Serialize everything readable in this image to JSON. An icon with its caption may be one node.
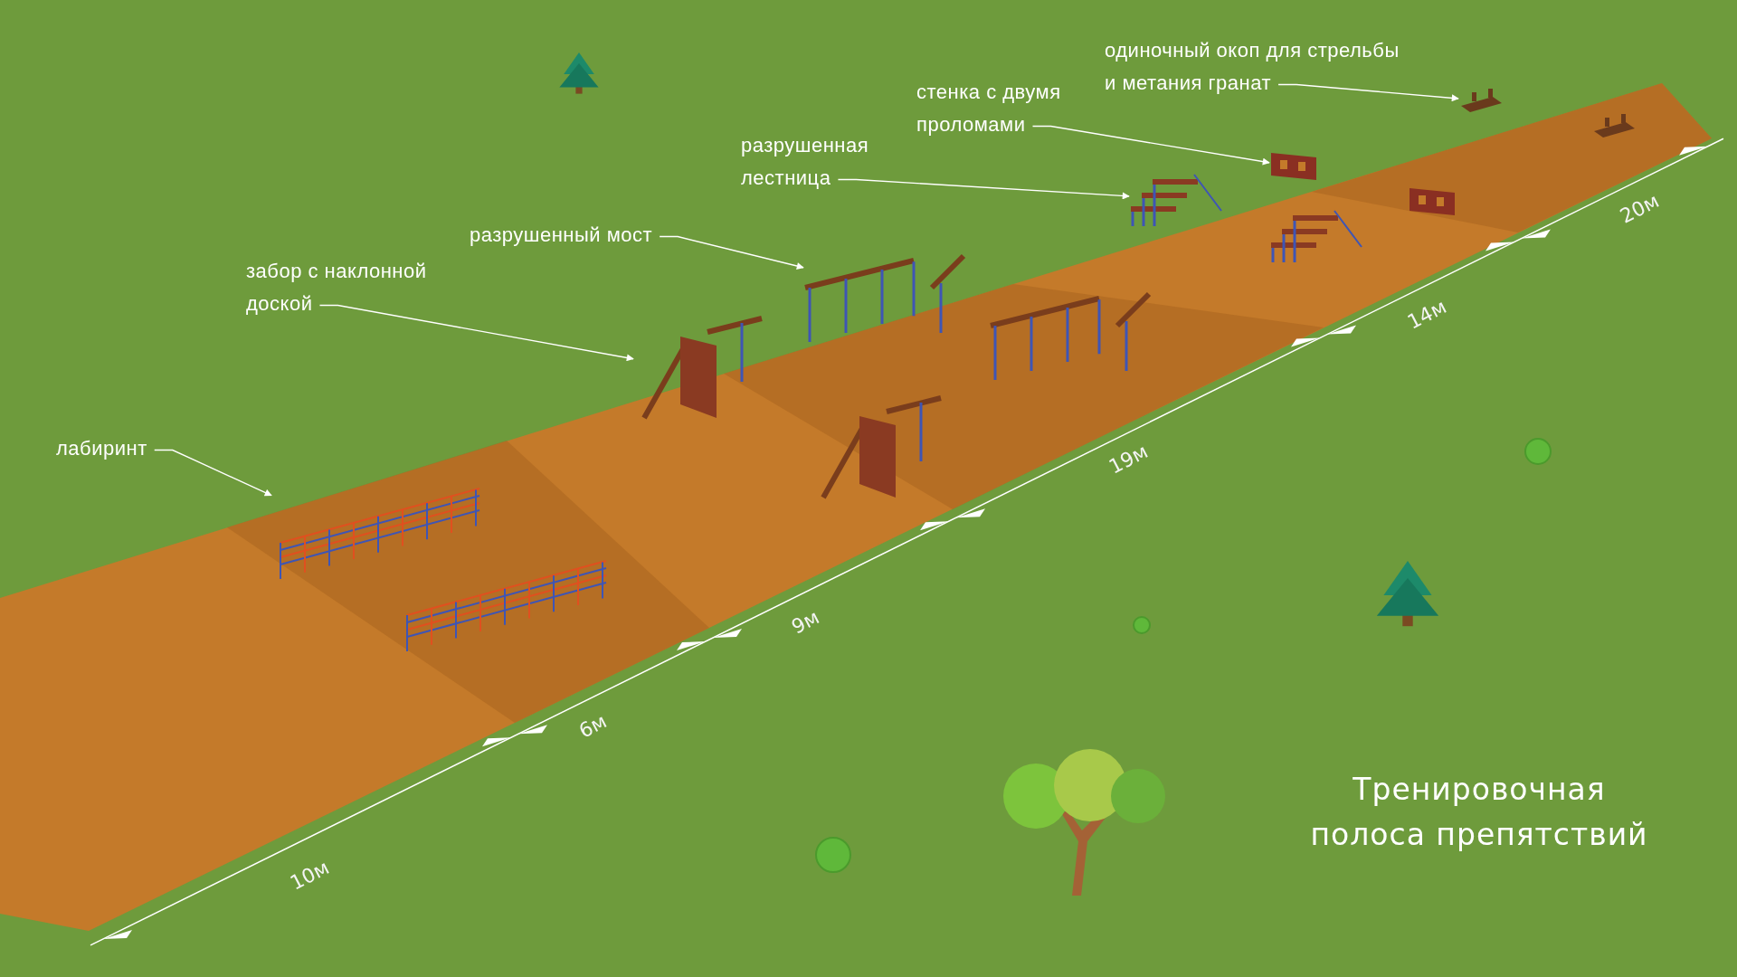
{
  "diagram": {
    "title": "Тренировочная полоса препятствий",
    "nodes": [
      {
        "text": [
          "лабиринт"
        ]
      },
      {
        "text": [],
        "shape": "picture"
      },
      {
        "text": [
          "забор с наклонной доской"
        ]
      },
      {
        "text": [],
        "shape": "picture"
      },
      {
        "text": [
          "разрушенный мост"
        ]
      },
      {
        "text": [],
        "shape": "picture"
      },
      {
        "text": [
          "разрушенная лестница"
        ]
      },
      {
        "text": [],
        "shape": "picture"
      },
      {
        "text": [
          "стенка с двумя проломами"
        ]
      },
      {
        "text": [],
        "shape": "picture"
      },
      {
        "text": [
          "одиночный окоп для стрельбы и метания гранат"
        ]
      },
      {
        "text": [],
        "shape": "picture"
      }
    ],
    "edges": [
      {
        "from": 0,
        "to": 1,
        "arrow": "to"
      },
      {
        "from": 2,
        "to": 3,
        "arrow": "to"
      },
      {
        "from": 4,
        "to": 5,
        "arrow": "to"
      },
      {
        "from": 6,
        "to": 7,
        "arrow": "to"
      },
      {
        "from": 8,
        "to": 9,
        "arrow": "to"
      },
      {
        "from": 10,
        "to": 11,
        "arrow": "to"
      }
    ],
    "labels": [
      "10м",
      "6м",
      "9м",
      "19м",
      "14м",
      "20м"
    ]
  }
}
